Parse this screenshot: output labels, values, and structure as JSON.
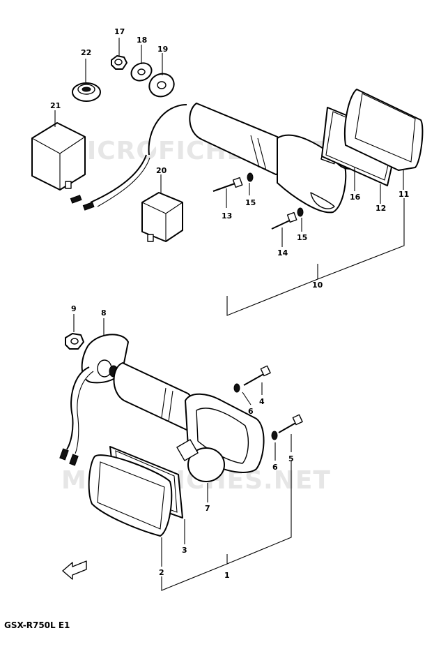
{
  "watermark": "MICROFICHES.NET",
  "model_code": "GSX-R750L E1",
  "callouts": [
    {
      "id": "17",
      "label": "17"
    },
    {
      "id": "18",
      "label": "18"
    },
    {
      "id": "19",
      "label": "19"
    },
    {
      "id": "22",
      "label": "22"
    },
    {
      "id": "21",
      "label": "21"
    },
    {
      "id": "20",
      "label": "20"
    },
    {
      "id": "13",
      "label": "13"
    },
    {
      "id": "15a",
      "label": "15"
    },
    {
      "id": "14",
      "label": "14"
    },
    {
      "id": "15b",
      "label": "15"
    },
    {
      "id": "16",
      "label": "16"
    },
    {
      "id": "12",
      "label": "12"
    },
    {
      "id": "11",
      "label": "11"
    },
    {
      "id": "10",
      "label": "10"
    },
    {
      "id": "9",
      "label": "9"
    },
    {
      "id": "8",
      "label": "8"
    },
    {
      "id": "4",
      "label": "4"
    },
    {
      "id": "6a",
      "label": "6"
    },
    {
      "id": "5",
      "label": "5"
    },
    {
      "id": "6b",
      "label": "6"
    },
    {
      "id": "7",
      "label": "7"
    },
    {
      "id": "3",
      "label": "3"
    },
    {
      "id": "2",
      "label": "2"
    },
    {
      "id": "1",
      "label": "1"
    }
  ],
  "icons": {
    "front_arrow": "front-direction-arrow-icon"
  }
}
